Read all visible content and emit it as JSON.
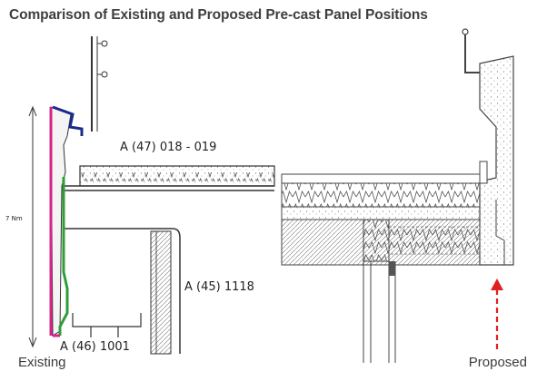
{
  "title": "Comparison of Existing and Proposed Pre-cast Panel Positions",
  "captions": {
    "left": "Existing",
    "right": "Proposed"
  },
  "annotations": {
    "dimension": "7 Nm",
    "ref_a": "A (47) 018 - 019",
    "ref_b": "A (45) 1118",
    "ref_c": "A (46) 1001"
  },
  "colors": {
    "existing_panel_outline": "#d6258a",
    "existing_panel_inner": "#2f9e3a",
    "existing_panel_top": "#1a2a8c",
    "proposed_arrow": "#e02020",
    "linework": "#333333"
  }
}
